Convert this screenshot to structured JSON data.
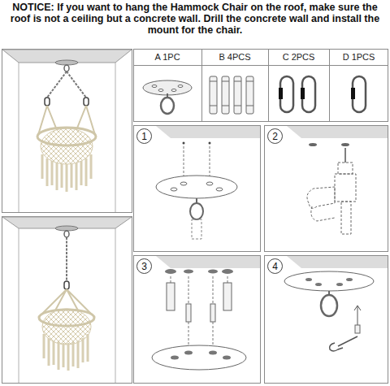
{
  "diagram": {
    "title": "NOTICE: If you want to hang the Hammock Chair on the roof, make sure the roof is not a ceiling but a concrete wall. Drill the concrete wall and install the mount for the chair.",
    "nodes": [
      {
        "text": [
          "1"
        ]
      },
      {
        "text": [
          "2"
        ]
      },
      {
        "text": [
          "3"
        ]
      },
      {
        "text": [
          "4"
        ]
      }
    ],
    "labels": [
      "A 1PC",
      "B 4PCS",
      "C 2PCS",
      "D 1PCS"
    ]
  }
}
